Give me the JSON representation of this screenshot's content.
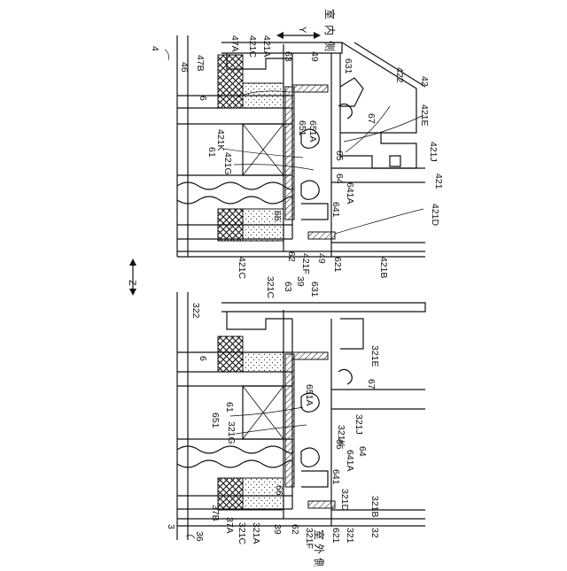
{
  "figure": {
    "labels_upper": [
      {
        "id": "u4",
        "text": "4"
      },
      {
        "id": "u46",
        "text": "46"
      },
      {
        "id": "u47B",
        "text": "47B"
      },
      {
        "id": "u47A",
        "text": "47A"
      },
      {
        "id": "u421C_t1",
        "text": "421C"
      },
      {
        "id": "u421A_t",
        "text": "421A"
      },
      {
        "id": "u63_t",
        "text": "63"
      },
      {
        "id": "u49_t",
        "text": "49"
      },
      {
        "id": "u631_t",
        "text": "631"
      },
      {
        "id": "u422",
        "text": "422"
      },
      {
        "id": "u42",
        "text": "42"
      },
      {
        "id": "u6",
        "text": "6"
      },
      {
        "id": "u651",
        "text": "651"
      },
      {
        "id": "u651A",
        "text": "651A"
      },
      {
        "id": "u67",
        "text": "67"
      },
      {
        "id": "u421E",
        "text": "421E"
      },
      {
        "id": "u421K",
        "text": "421K"
      },
      {
        "id": "u61",
        "text": "61"
      },
      {
        "id": "u421G",
        "text": "421G"
      },
      {
        "id": "u65",
        "text": "65"
      },
      {
        "id": "u421J",
        "text": "421J"
      },
      {
        "id": "u421",
        "text": "421"
      },
      {
        "id": "u64",
        "text": "64"
      },
      {
        "id": "u641A",
        "text": "641A"
      },
      {
        "id": "u641",
        "text": "641"
      },
      {
        "id": "u421D",
        "text": "421D"
      },
      {
        "id": "u66",
        "text": "66"
      },
      {
        "id": "u421C_b",
        "text": "421C"
      },
      {
        "id": "u421F",
        "text": "421F"
      },
      {
        "id": "u62",
        "text": "62"
      },
      {
        "id": "u49_b",
        "text": "49"
      },
      {
        "id": "u621",
        "text": "621"
      },
      {
        "id": "u421B",
        "text": "421B"
      }
    ],
    "labels_lower": [
      {
        "id": "l321C_t",
        "text": "321C"
      },
      {
        "id": "l63",
        "text": "63"
      },
      {
        "id": "l39_t",
        "text": "39"
      },
      {
        "id": "l631",
        "text": "631"
      },
      {
        "id": "l322",
        "text": "322"
      },
      {
        "id": "l6",
        "text": "6"
      },
      {
        "id": "l321E",
        "text": "321E"
      },
      {
        "id": "l67",
        "text": "67"
      },
      {
        "id": "l651A",
        "text": "651A"
      },
      {
        "id": "l651",
        "text": "651"
      },
      {
        "id": "l61",
        "text": "61"
      },
      {
        "id": "l321G",
        "text": "321G"
      },
      {
        "id": "l321J",
        "text": "321J"
      },
      {
        "id": "l321K",
        "text": "321K"
      },
      {
        "id": "l65",
        "text": "65"
      },
      {
        "id": "l64",
        "text": "64"
      },
      {
        "id": "l641A",
        "text": "641A"
      },
      {
        "id": "l641",
        "text": "641"
      },
      {
        "id": "l66",
        "text": "66"
      },
      {
        "id": "l321D",
        "text": "321D"
      },
      {
        "id": "l321B",
        "text": "321B"
      },
      {
        "id": "l3",
        "text": "3"
      },
      {
        "id": "l36",
        "text": "36"
      },
      {
        "id": "l37B",
        "text": "37B"
      },
      {
        "id": "l37A",
        "text": "37A"
      },
      {
        "id": "l321C_b",
        "text": "321C"
      },
      {
        "id": "l321A",
        "text": "321A"
      },
      {
        "id": "l39_b",
        "text": "39"
      },
      {
        "id": "l62",
        "text": "62"
      },
      {
        "id": "l321F",
        "text": "321F"
      },
      {
        "id": "l621",
        "text": "621"
      },
      {
        "id": "l321",
        "text": "321"
      },
      {
        "id": "l32",
        "text": "32"
      }
    ],
    "axis": {
      "z_label": "Z",
      "y_label": "Y",
      "indoor_side": [
        "室",
        "内",
        "側"
      ],
      "outdoor_side": [
        "室",
        "外",
        "側"
      ]
    }
  }
}
